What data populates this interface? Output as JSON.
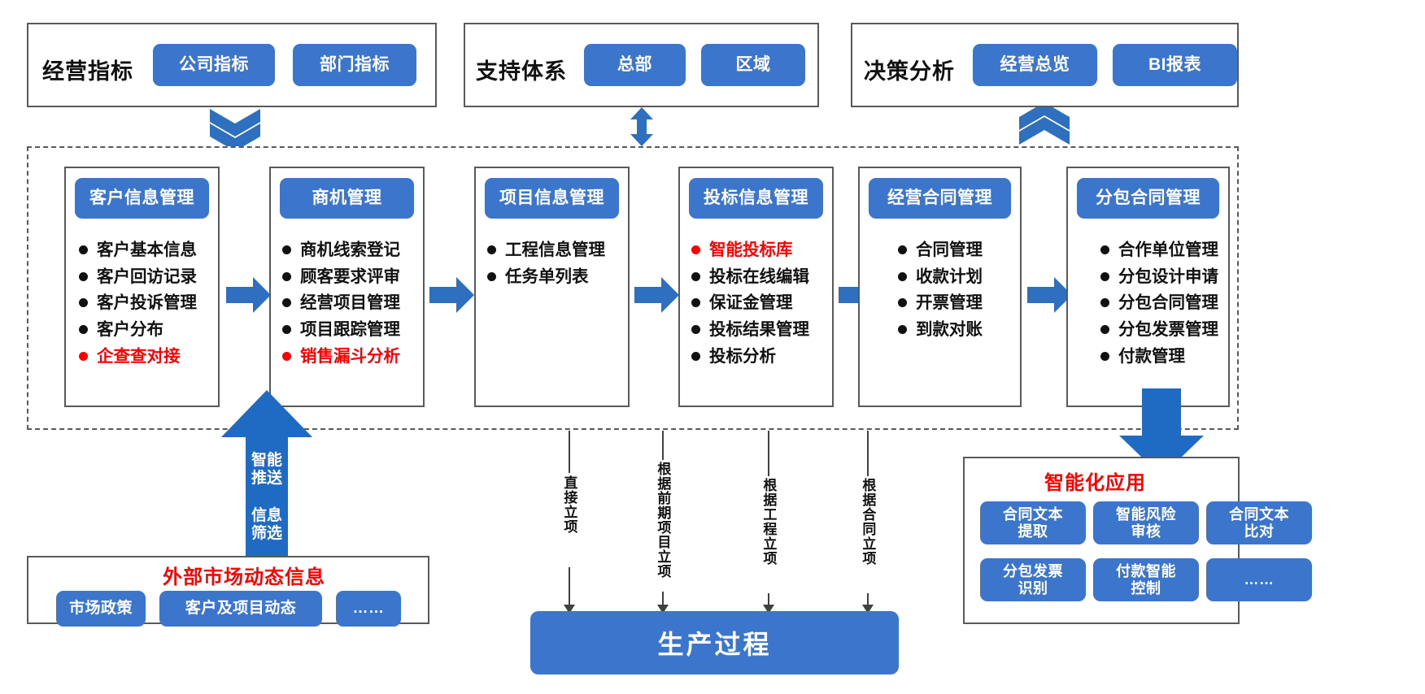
{
  "header_groups": [
    {
      "title": "经营指标",
      "buttons": [
        "公司指标",
        "部门指标"
      ]
    },
    {
      "title": "支持体系",
      "buttons": [
        "总部",
        "区域"
      ]
    },
    {
      "title": "决策分析",
      "buttons": [
        "经营总览",
        "BI报表"
      ]
    }
  ],
  "modules": [
    {
      "title": "客户信息管理",
      "items": [
        {
          "text": "客户基本信息",
          "red": false
        },
        {
          "text": "客户回访记录",
          "red": false
        },
        {
          "text": "客户投诉管理",
          "red": false
        },
        {
          "text": "客户分布",
          "red": false
        },
        {
          "text": "企查查对接",
          "red": true
        }
      ]
    },
    {
      "title": "商机管理",
      "items": [
        {
          "text": "商机线索登记",
          "red": false
        },
        {
          "text": "顾客要求评审",
          "red": false
        },
        {
          "text": "经营项目管理",
          "red": false
        },
        {
          "text": "项目跟踪管理",
          "red": false
        },
        {
          "text": "销售漏斗分析",
          "red": true
        }
      ]
    },
    {
      "title": "项目信息管理",
      "items": [
        {
          "text": "工程信息管理",
          "red": false
        },
        {
          "text": "任务单列表",
          "red": false
        }
      ]
    },
    {
      "title": "投标信息管理",
      "items": [
        {
          "text": "智能投标库",
          "red": true
        },
        {
          "text": "投标在线编辑",
          "red": false
        },
        {
          "text": "保证金管理",
          "red": false
        },
        {
          "text": "投标结果管理",
          "red": false
        },
        {
          "text": "投标分析",
          "red": false
        }
      ]
    },
    {
      "title": "经营合同管理",
      "items": [
        {
          "text": "合同管理",
          "red": false
        },
        {
          "text": "收款计划",
          "red": false
        },
        {
          "text": "开票管理",
          "red": false
        },
        {
          "text": "到款对账",
          "red": false
        }
      ]
    },
    {
      "title": "分包合同管理",
      "items": [
        {
          "text": "合作单位管理",
          "red": false
        },
        {
          "text": "分包设计申请",
          "red": false
        },
        {
          "text": "分包合同管理",
          "red": false
        },
        {
          "text": "分包发票管理",
          "red": false
        },
        {
          "text": "付款管理",
          "red": false
        }
      ]
    }
  ],
  "up_arrow_labels": {
    "top": "智能\n推送",
    "bottom": "信息\n筛选"
  },
  "external": {
    "title": "外部市场动态信息",
    "buttons": [
      "市场政策",
      "客户及项目动态",
      "……"
    ]
  },
  "production": {
    "label": "生产过程"
  },
  "production_routes": [
    "直接立项",
    "根据前期项目立项",
    "根据工程立项",
    "根据合同立项"
  ],
  "intelligent": {
    "title": "智能化应用",
    "buttons": [
      "合同文本\n提取",
      "智能风险\n审核",
      "合同文本\n比对",
      "分包发票\n识别",
      "付款智能\n控制",
      "……"
    ]
  },
  "colors": {
    "accent": "#3b76cc",
    "arrow": "#2f6fc0",
    "red": "#fe0000",
    "stroke": "#595959"
  }
}
